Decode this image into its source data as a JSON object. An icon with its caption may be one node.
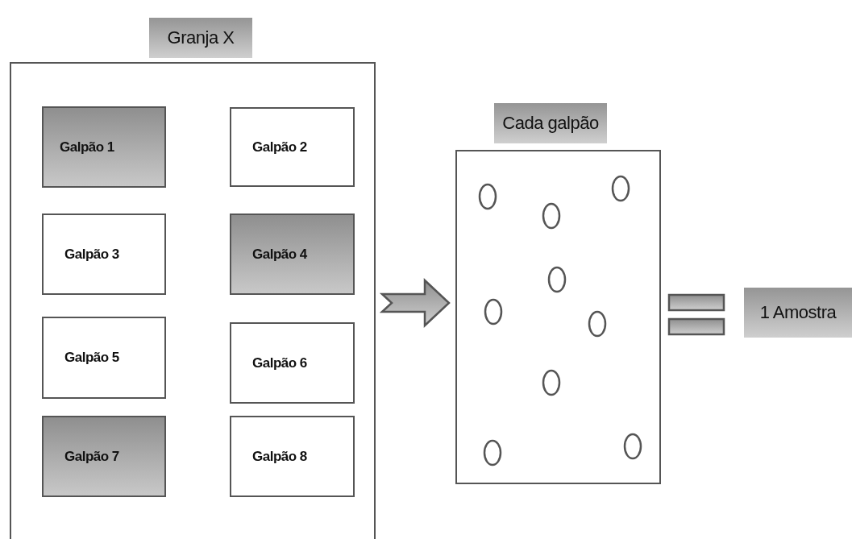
{
  "diagram": {
    "nodes": [
      {
        "text": [
          "Granja X"
        ]
      },
      {
        "text": [
          "Galpão 1"
        ],
        "in": 0
      },
      {
        "text": [
          "Galpão 2"
        ],
        "in": 0
      },
      {
        "text": [
          "Galpão 3"
        ],
        "in": 0
      },
      {
        "text": [
          "Galpão 4"
        ],
        "in": 0
      },
      {
        "text": [
          "Galpão 5"
        ],
        "in": 0
      },
      {
        "text": [
          "Galpão 6"
        ],
        "in": 0
      },
      {
        "text": [
          "Galpão 7"
        ],
        "in": 0
      },
      {
        "text": [
          "Galpão 8"
        ],
        "in": 0
      },
      {
        "text": [
          "Cada galpão"
        ]
      },
      {
        "text": [
          "1 Amostra"
        ]
      }
    ],
    "edges": [
      {
        "from": 0,
        "to": 9,
        "arrow": "to"
      }
    ]
  }
}
